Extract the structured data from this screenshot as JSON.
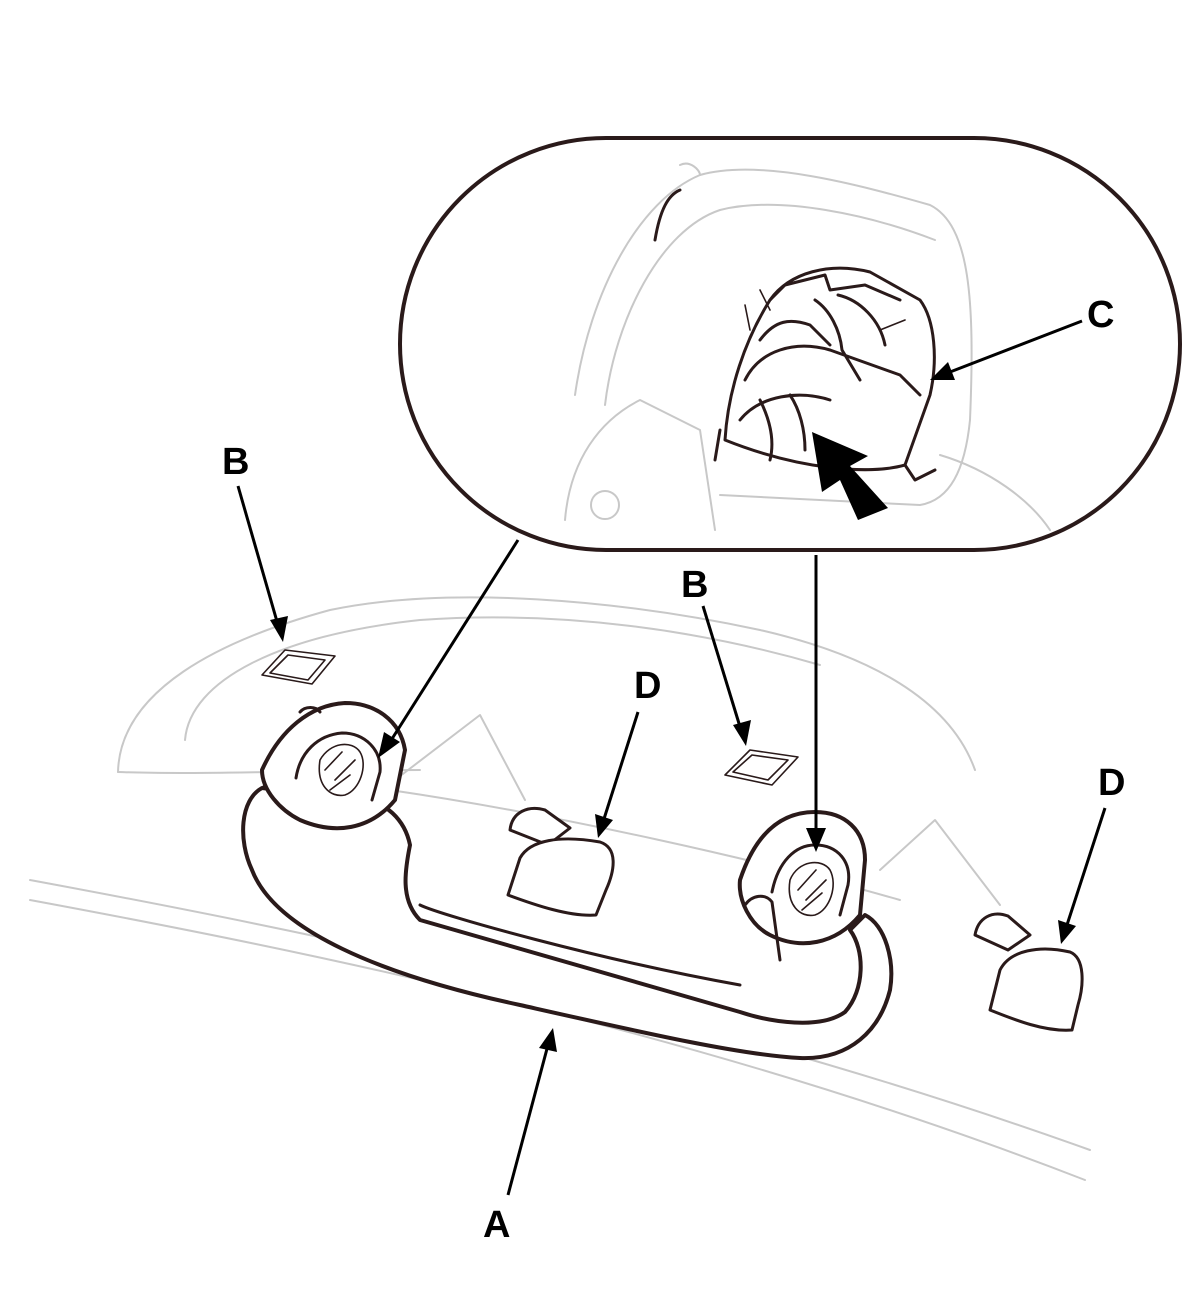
{
  "labels": {
    "a": "A",
    "b_left": "B",
    "b_right": "B",
    "c": "C",
    "d_middle": "D",
    "d_right": "D"
  },
  "colors": {
    "ink": "#2a1a1a",
    "background_lines": "#c8c8c8",
    "callout": "#000000"
  }
}
